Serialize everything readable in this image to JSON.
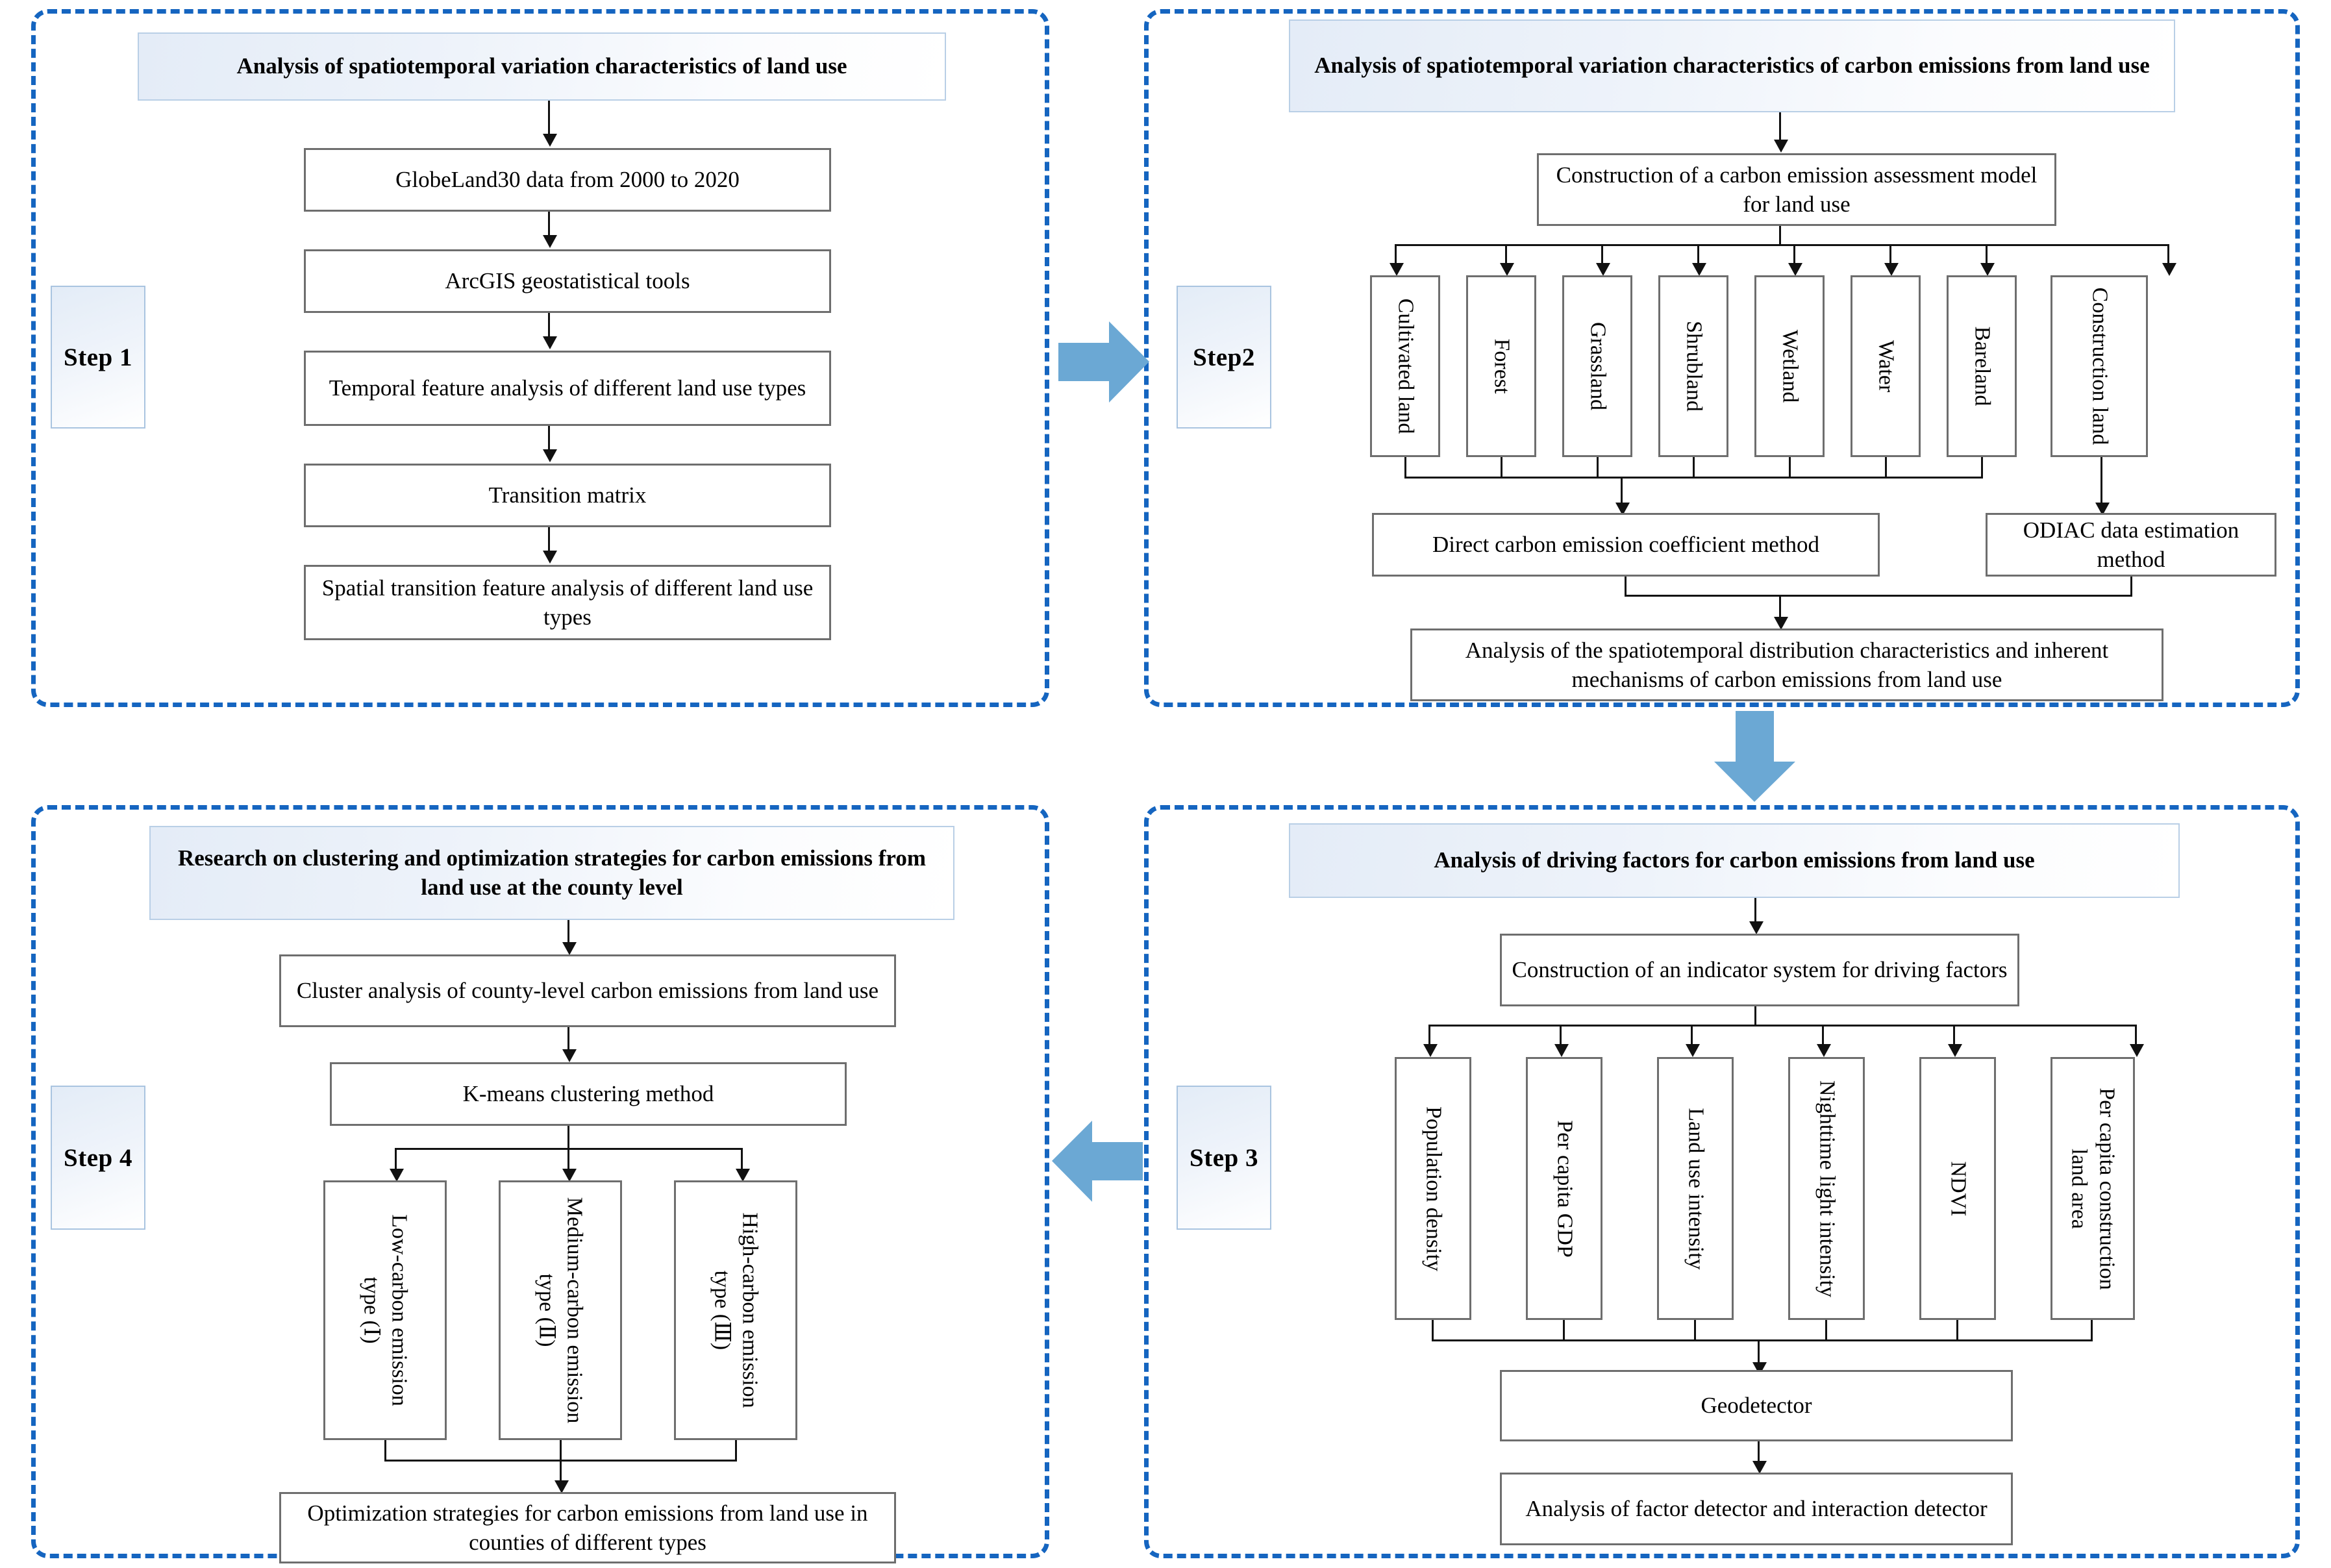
{
  "theme": {
    "panel_border": "#1565C0",
    "big_arrow": "#6BA8D4",
    "banner_border": "#b9cfe6",
    "box_border": "#6e6e6e",
    "connector": "#111111"
  },
  "steps": {
    "step1_label": "Step 1",
    "step2_label": "Step2",
    "step3_label": "Step 3",
    "step4_label": "Step 4"
  },
  "step1": {
    "banner": "Analysis of spatiotemporal variation characteristics of land use",
    "boxes": [
      "GlobeLand30 data from 2000 to 2020",
      "ArcGIS geostatistical tools",
      "Temporal feature analysis of different land use types",
      "Transition matrix",
      "Spatial transition feature analysis of different land use types"
    ]
  },
  "step2": {
    "banner": "Analysis of spatiotemporal variation characteristics of carbon emissions from land use",
    "model_box": "Construction of a carbon emission assessment model for land use",
    "land_types": [
      "Cultivated land",
      "Forest",
      "Grassland",
      "Shrubland",
      "Wetland",
      "Water",
      "Bareland",
      "Construction land"
    ],
    "method_left": "Direct carbon emission coefficient method",
    "method_right": "ODIAC data estimation method",
    "conclusion": "Analysis of the spatiotemporal distribution characteristics and inherent mechanisms of carbon emissions from land use"
  },
  "step3": {
    "banner": "Analysis of driving factors for carbon emissions from land use",
    "indicator_box": "Construction of an indicator system for driving factors",
    "factors": [
      "Population density",
      "Per capita GDP",
      "Land use intensity",
      "Nighttime light intensity",
      "NDVI",
      "Per capita construction land area"
    ],
    "method": "Geodetector",
    "analysis": "Analysis of factor detector and interaction detector"
  },
  "step4": {
    "banner": "Research on clustering and optimization strategies for carbon emissions from land use at the county level",
    "cluster_box": "Cluster analysis of county-level carbon emissions from land use",
    "method_box": "K-means clustering method",
    "types": [
      "Low-carbon emission type (Ⅰ)",
      "Medium-carbon emission type (Ⅱ)",
      "High-carbon emission type (Ⅲ)"
    ],
    "outcome": "Optimization strategies for carbon emissions from land use in counties of different types"
  },
  "flow_arrows": {
    "step1_to_step2": "arrow-right",
    "step2_to_step3": "arrow-down",
    "step3_to_step4": "arrow-left"
  }
}
